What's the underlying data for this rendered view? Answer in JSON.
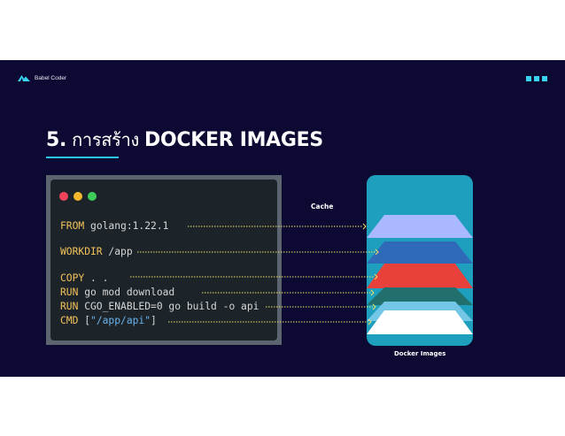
{
  "brand": {
    "name": "Babel Coder",
    "logo_icon": "mountain-logo-icon"
  },
  "menu_icon": "three-dots-icon",
  "title": {
    "number": "5.",
    "thai": "การสร้าง",
    "main": "DOCKER IMAGES"
  },
  "terminal": {
    "lines": [
      {
        "keyword": "FROM",
        "rest": " golang:1.22.1"
      },
      {
        "keyword": "WORKDIR",
        "rest": " /app"
      },
      {
        "keyword": "COPY",
        "rest": " . ."
      },
      {
        "keyword": "RUN",
        "rest": " go mod download"
      },
      {
        "keyword": "RUN",
        "rest": " CGO_ENABLED=0 go build -o api"
      },
      {
        "keyword": "CMD",
        "pre": " [",
        "string": "\"/app/api\"",
        "post": "]"
      }
    ]
  },
  "cache_label": "Cache",
  "stack_label": "Docker Images",
  "colors": {
    "background": "#0c0a33",
    "accent": "#38d3ef",
    "keyword": "#f2c15a",
    "string": "#6ab4f0",
    "arrow": "#f0e26a",
    "layers": [
      "#a9b8ff",
      "#2f6ab8",
      "#e8403b",
      "#22706d",
      "#74c6e6",
      "#ffffff"
    ]
  }
}
